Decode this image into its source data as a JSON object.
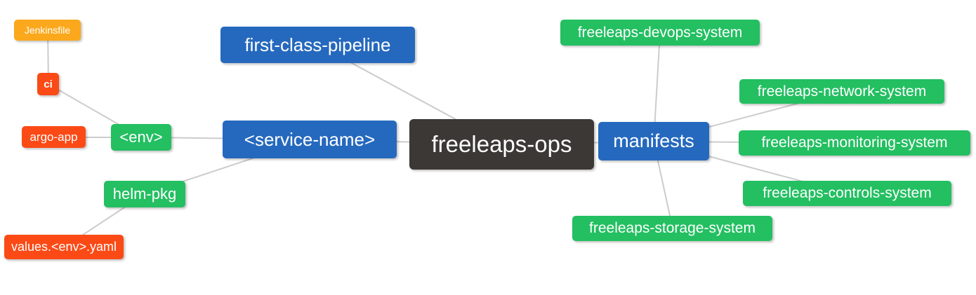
{
  "diagram": {
    "type": "mindmap",
    "root": "freeleaps-ops"
  },
  "colors": {
    "root_bg": "#3b3836",
    "branch_bg": "#2569be",
    "child_bg": "#23bf61",
    "leaf_red_bg": "#fb4a16",
    "leaf_orange_bg": "#fba81c",
    "text": "#ffffff",
    "edge": "#cccccc",
    "background": "#ffffff"
  },
  "nodes": [
    {
      "id": "jenkinsfile",
      "label": "Jenkinsfile",
      "color": "#fba81c"
    },
    {
      "id": "ci",
      "label": "ci",
      "color": "#fb4a16"
    },
    {
      "id": "argo-app",
      "label": "argo-app",
      "color": "#fb4a16"
    },
    {
      "id": "env",
      "label": "<env>",
      "color": "#23bf61"
    },
    {
      "id": "first-class-pipeline",
      "label": "first-class-pipeline",
      "color": "#2569be"
    },
    {
      "id": "service-name",
      "label": "<service-name>",
      "color": "#2569be"
    },
    {
      "id": "helm-pkg",
      "label": "helm-pkg",
      "color": "#23bf61"
    },
    {
      "id": "values-env-yaml",
      "label": "values.<env>.yaml",
      "color": "#fb4a16"
    },
    {
      "id": "freeleaps-ops",
      "label": "freeleaps-ops",
      "color": "#3b3836"
    },
    {
      "id": "manifests",
      "label": "manifests",
      "color": "#2569be"
    },
    {
      "id": "freeleaps-devops-system",
      "label": "freeleaps-devops-system",
      "color": "#23bf61"
    },
    {
      "id": "freeleaps-network-system",
      "label": "freeleaps-network-system",
      "color": "#23bf61"
    },
    {
      "id": "freeleaps-monitoring-system",
      "label": "freeleaps-monitoring-system",
      "color": "#23bf61"
    },
    {
      "id": "freeleaps-controls-system",
      "label": "freeleaps-controls-system",
      "color": "#23bf61"
    },
    {
      "id": "freeleaps-storage-system",
      "label": "freeleaps-storage-system",
      "color": "#23bf61"
    }
  ],
  "edges": [
    [
      "Jenkinsfile",
      "ci"
    ],
    [
      "ci",
      "<env>"
    ],
    [
      "argo-app",
      "<env>"
    ],
    [
      "<env>",
      "<service-name>"
    ],
    [
      "<service-name>",
      "helm-pkg"
    ],
    [
      "helm-pkg",
      "values.<env>.yaml"
    ],
    [
      "first-class-pipeline",
      "freeleaps-ops"
    ],
    [
      "<service-name>",
      "freeleaps-ops"
    ],
    [
      "freeleaps-ops",
      "manifests"
    ],
    [
      "manifests",
      "freeleaps-devops-system"
    ],
    [
      "manifests",
      "freeleaps-network-system"
    ],
    [
      "manifests",
      "freeleaps-monitoring-system"
    ],
    [
      "manifests",
      "freeleaps-controls-system"
    ],
    [
      "manifests",
      "freeleaps-storage-system"
    ]
  ]
}
